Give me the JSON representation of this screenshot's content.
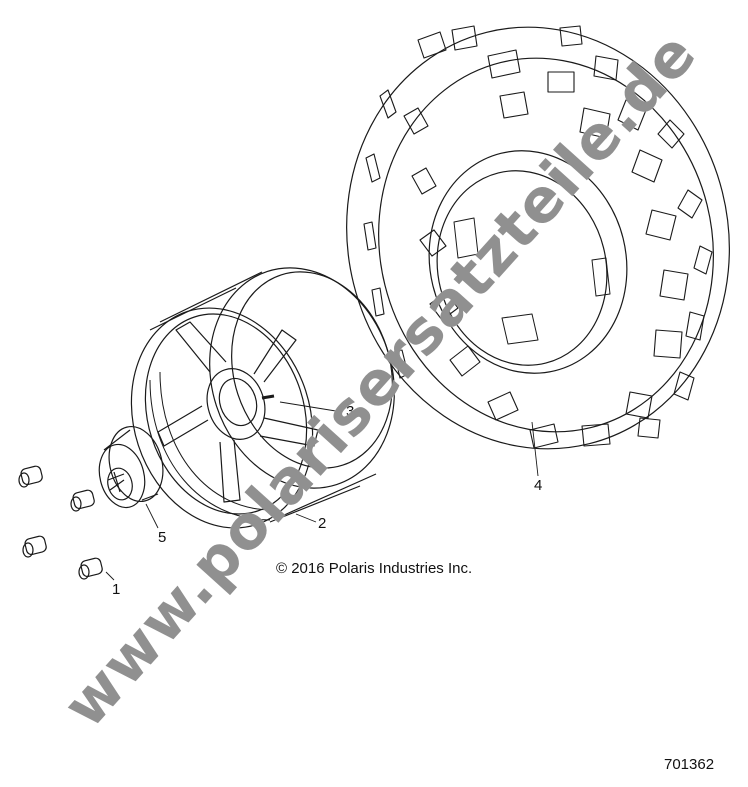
{
  "callouts": [
    {
      "id": "1",
      "label": "1"
    },
    {
      "id": "2",
      "label": "2"
    },
    {
      "id": "3",
      "label": "3"
    },
    {
      "id": "4",
      "label": "4"
    },
    {
      "id": "5",
      "label": "5"
    }
  ],
  "copyright": "© 2016 Polaris Industries Inc.",
  "figure_number": "701362",
  "watermark": "www.polarisersatzteile.de",
  "colors": {
    "line": "#1a1a1a",
    "watermark": "#808080",
    "background": "#ffffff"
  }
}
